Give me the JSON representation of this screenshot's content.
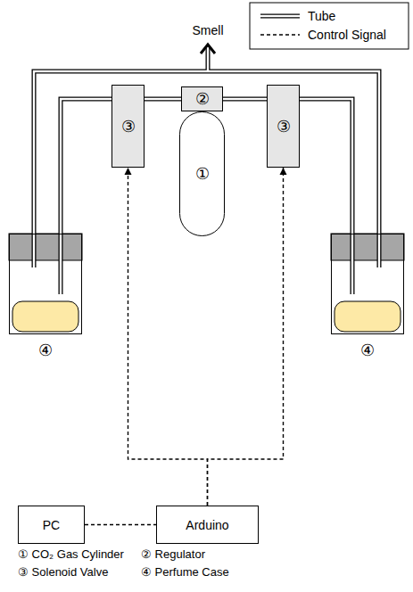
{
  "diagram": {
    "nodes": [
      {
        "text": [
          "③"
        ]
      },
      {
        "text": [
          "②"
        ]
      },
      {
        "text": [
          "③"
        ]
      },
      {
        "text": [
          "①"
        ]
      },
      {
        "text": [
          "④"
        ]
      },
      {
        "text": [
          "④"
        ]
      },
      {
        "text": [
          "PC"
        ]
      },
      {
        "text": [
          "Arduino"
        ]
      }
    ],
    "edges": [
      {
        "from": 1,
        "to": 0,
        "arrow": "none"
      },
      {
        "from": 1,
        "to": 2,
        "arrow": "none"
      },
      {
        "from": 0,
        "to": 4,
        "arrow": "none"
      },
      {
        "from": 2,
        "to": 5,
        "arrow": "none"
      },
      {
        "from": 7,
        "to": 0,
        "arrow": "to"
      },
      {
        "from": 7,
        "to": 2,
        "arrow": "to"
      },
      {
        "from": 6,
        "to": 7,
        "arrow": "none"
      }
    ],
    "labels": [
      "Smell",
      "① CO₂ Gas Cylinder",
      "② Regulator",
      "③ Solenoid Valve",
      "④ Perfume Case"
    ],
    "legend": [
      {
        "text": "Tube"
      },
      {
        "text": "Control Signal"
      }
    ]
  }
}
